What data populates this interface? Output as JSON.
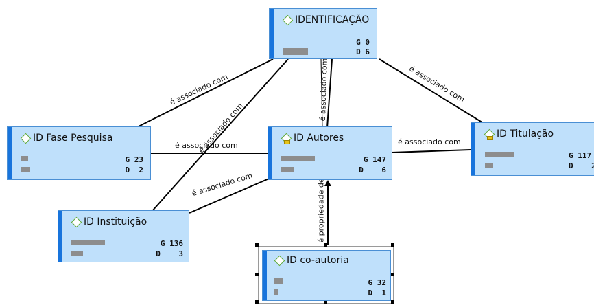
{
  "colors": {
    "node_fill": "#bfe0fb",
    "node_border": "#4a8fd4",
    "node_stripe": "#1874dc",
    "diamond": "#5ba83a",
    "bar": "#8d8d8d"
  },
  "icons": [
    "code-diamond-icon",
    "memo-flag-icon",
    "arrowhead-icon"
  ],
  "nodes": {
    "identificacao": {
      "title": "IDENTIFICAÇÃO",
      "g": "G 0",
      "d": "D 6",
      "bars": [
        0.35
      ]
    },
    "fase": {
      "title": "ID Fase Pesquisa",
      "g": "G 23",
      "d": "D  2",
      "bars": [
        0.12,
        0.15
      ]
    },
    "autores": {
      "title": "ID Autores",
      "g": "G 147",
      "d": "D    6",
      "bars": [
        1.0,
        0.4
      ]
    },
    "titulacao": {
      "title": "ID Titulação",
      "g": "G 117",
      "d": "D    2",
      "bars": [
        0.85,
        0.25
      ]
    },
    "instituicao": {
      "title": "ID Instituição",
      "g": "G 136",
      "d": "D    3",
      "bars": [
        1.0,
        0.35
      ]
    },
    "coautoria": {
      "title": "ID co-autoria",
      "g": "G 32",
      "d": "D  1",
      "bars": [
        0.28,
        0.1
      ]
    }
  },
  "links": {
    "associado": "é associado com",
    "propriedade": "é propriedade de"
  }
}
